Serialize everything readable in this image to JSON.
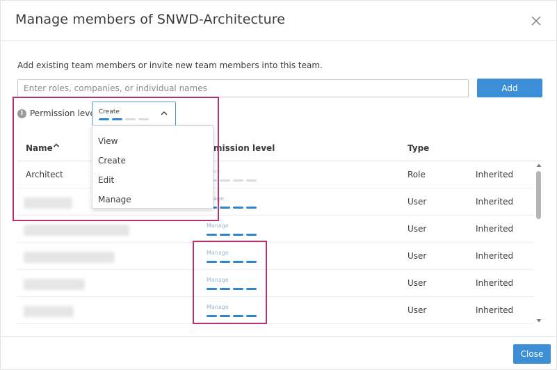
{
  "dialog": {
    "title": "Manage members of SNWD-Architecture",
    "intro": "Add existing team members or invite new team members into this team.",
    "search_placeholder": "Enter roles, companies, or individual names",
    "add_label": "Add",
    "close_label": "Close"
  },
  "permission": {
    "label": "Permission level",
    "selected": "Create",
    "selected_level": 2,
    "options": [
      "View",
      "Create",
      "Edit",
      "Manage"
    ]
  },
  "table": {
    "headers": {
      "name": "Name",
      "level": "mission level",
      "type": "Type",
      "source": ""
    },
    "rows": [
      {
        "name": "Architect",
        "level_label": "stom",
        "level": 0,
        "type": "Role",
        "source": "Inherited"
      },
      {
        "name": "",
        "level_label": "anage",
        "level": 4,
        "type": "User",
        "source": "Inherited"
      },
      {
        "name": "",
        "level_label": "Manage",
        "level": 4,
        "type": "User",
        "source": "Inherited"
      },
      {
        "name": "",
        "level_label": "Manage",
        "level": 4,
        "type": "User",
        "source": "Inherited"
      },
      {
        "name": "",
        "level_label": "Manage",
        "level": 4,
        "type": "User",
        "source": "Inherited"
      },
      {
        "name": "",
        "level_label": "Manage",
        "level": 4,
        "type": "User",
        "source": "Inherited"
      }
    ]
  },
  "colors": {
    "primary": "#3c8fd6",
    "level_on": "#2f86d0",
    "level_off": "#d9dde2",
    "annotation": "#b5336f"
  },
  "icons": {
    "close": "close-icon",
    "info": "info-icon",
    "chevron": "chevron-up-icon",
    "sort": "sort-ascending-icon"
  }
}
